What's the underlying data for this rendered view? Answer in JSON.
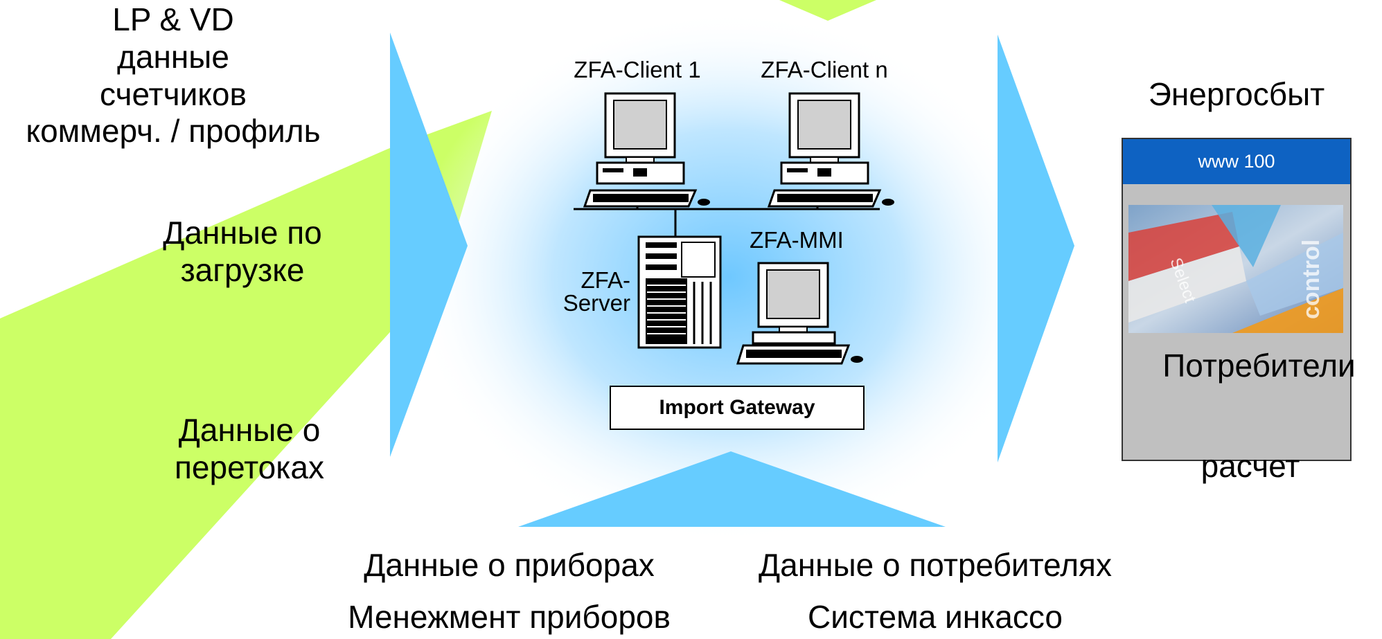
{
  "left_labels": {
    "meter_data": [
      "LP & VD",
      "данные",
      "счетчиков",
      "коммерч. / профиль"
    ],
    "load_data": [
      "Данные по",
      "загрузке"
    ],
    "flow_data": [
      "Данные о",
      "перетоках"
    ]
  },
  "center": {
    "client1": "ZFA-Client 1",
    "clientn": "ZFA-Client n",
    "mmi": "ZFA-MMI",
    "server": [
      "ZFA-",
      "Server"
    ],
    "gateway": "Import Gateway"
  },
  "right": {
    "title": "Энергосбыт",
    "www_label": "www 100",
    "image_words": [
      "Select",
      "control"
    ],
    "consumers": "Потребители",
    "billing": "расчет"
  },
  "bottom": {
    "devices_data": "Данные о приборах",
    "devices_mgmt": "Менежмент приборов",
    "consumers_data": "Данные о потребителях",
    "collection": "Система инкассо"
  },
  "colors": {
    "green": "#ccff66",
    "blue_arrow": "#66ccff",
    "gateway_bar": "#0e62c2"
  }
}
